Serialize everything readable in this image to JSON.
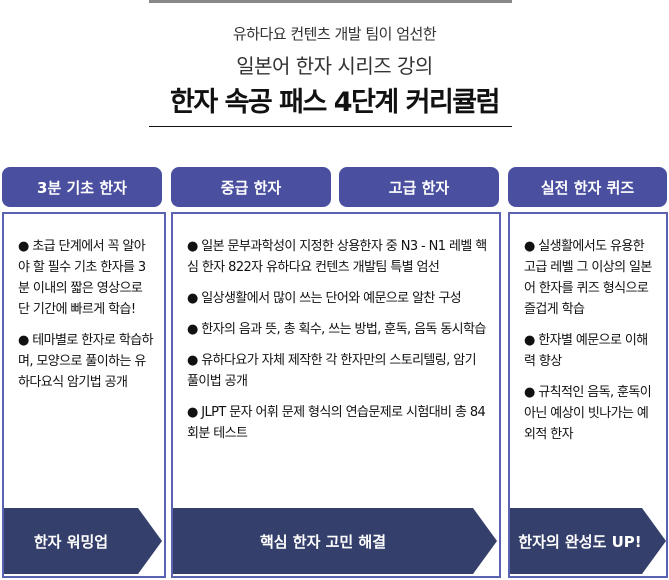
{
  "header": {
    "subtitle1": "유하다요 컨텐츠 개발 팀이 엄선한",
    "subtitle2": "일본어 한자 시리즈 강의",
    "title": "한자 속공 패스 4단계 커리큘럼"
  },
  "tabs": [
    "3분 기초 한자",
    "중급 한자",
    "고급 한자",
    "실전 한자 퀴즈"
  ],
  "boxes": [
    {
      "bullets": [
        "초급 단계에서 꼭 알아야 할 필수 기초 한자를 3분 이내의 짧은 영상으로 단 기간에 빠르게 학습!",
        "테마별로 한자로 학습하며, 모양으로 풀이하는 유하다요식 암기법 공개"
      ],
      "band": "한자 워밍업"
    },
    {
      "bullets": [
        "일본 문부과학성이 지정한 상용한자 중 N3 - N1 레벨 핵심 한자 822자 유하다요 컨텐츠 개발팀 특별 엄선",
        "일상생활에서 많이 쓰는 단어와 예문으로 알찬 구성",
        "한자의 음과 뜻, 총 획수, 쓰는 방법, 훈독, 음독 동시학습",
        "유하다요가 자체 제작한 각 한자만의 스토리텔링, 암기 풀이법 공개",
        "JLPT 문자 어휘 문제 형식의 연습문제로 시험대비 총 84회분 테스트"
      ],
      "band": "핵심 한자 고민 해결"
    },
    {
      "bullets": [
        "실생활에서도 유용한 고급 레벨 그 이상의 일본어 한자를 퀴즈 형식으로 즐겁게 학습",
        "한자별 예문으로 이해력 향상",
        "규칙적인 음독, 훈독이 아닌 예상이 빗나가는 예외적 한자"
      ],
      "band": "한자의 완성도 UP!"
    }
  ],
  "colors": {
    "tab": "#4a4fa0",
    "border": "#5b62b2",
    "band": "#343f6b"
  }
}
